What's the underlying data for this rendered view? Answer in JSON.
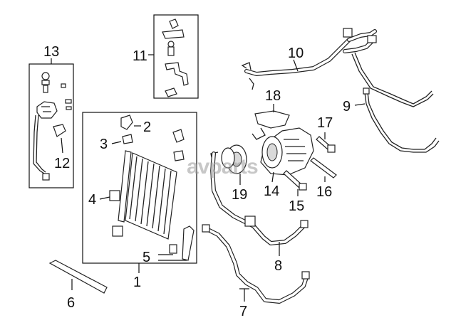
{
  "diagram": {
    "watermark": "avparts",
    "callouts": {
      "c1": "1",
      "c2": "2",
      "c3": "3",
      "c4": "4",
      "c5": "5",
      "c6": "6",
      "c7": "7",
      "c8": "8",
      "c9": "9",
      "c10": "10",
      "c11": "11",
      "c12": "12",
      "c13": "13",
      "c14": "14",
      "c15": "15",
      "c16": "16",
      "c17": "17",
      "c18": "18",
      "c19": "19"
    }
  }
}
